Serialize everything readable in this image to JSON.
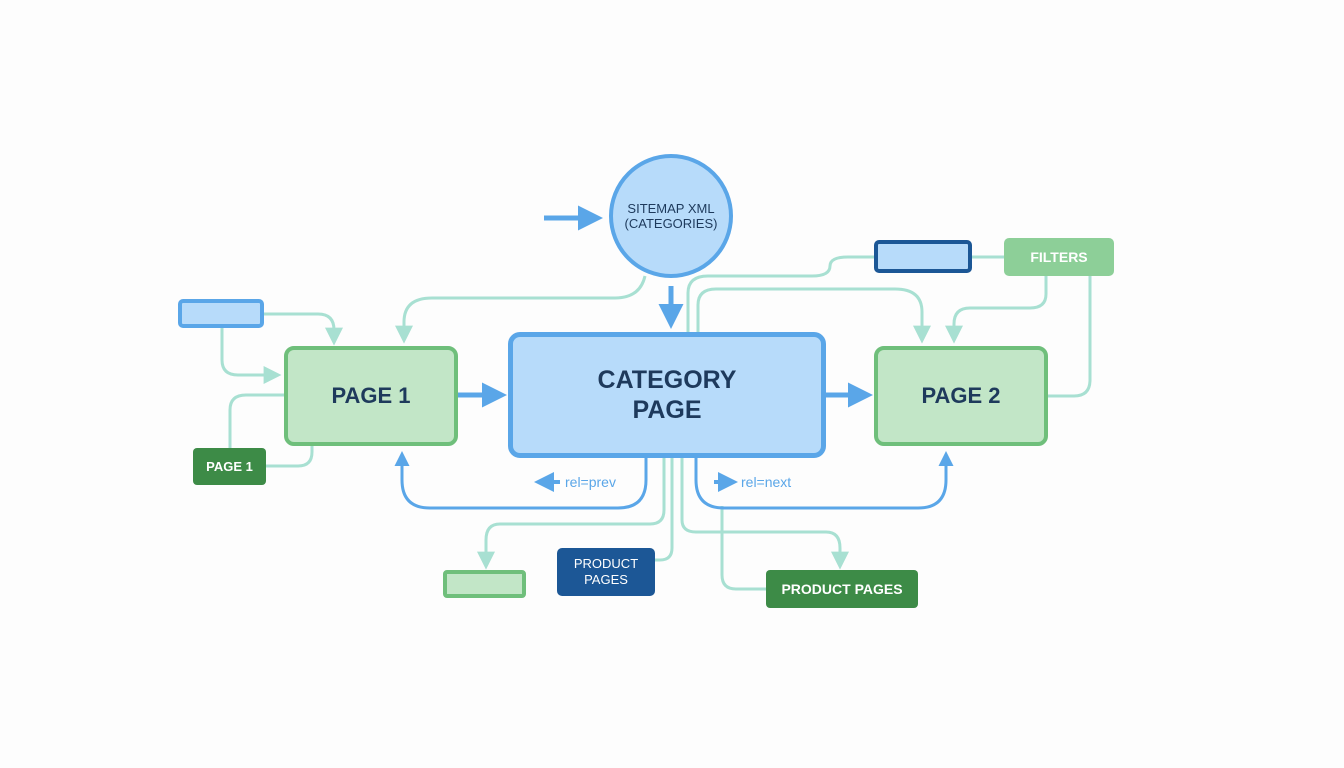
{
  "colors": {
    "blue_fill": "#b7dbfa",
    "blue_border": "#5aa6e8",
    "navy": "#1c5796",
    "green_fill": "#c2e6c7",
    "green_border": "#6fbf7b",
    "dark_green": "#3d8b47",
    "mint_line": "#a8e0d2",
    "text_dark": "#1e3a5c"
  },
  "nodes": {
    "sitemap": {
      "text": "SITEMAP XML\n(CATEGORIES)"
    },
    "category": {
      "text": "CATEGORY\nPAGE"
    },
    "page1": {
      "text": "PAGE 1"
    },
    "page2": {
      "text": "PAGE 2"
    },
    "filters": {
      "text": "FILTERS"
    },
    "page1_tag": {
      "text": "PAGE 1"
    },
    "product_pages_blue": {
      "text": "PRODUCT\nPAGES"
    },
    "product_pages_green": {
      "text": "PRODUCT PAGES"
    }
  },
  "labels": {
    "rel_prev": "rel=prev",
    "rel_next": "rel=next"
  }
}
